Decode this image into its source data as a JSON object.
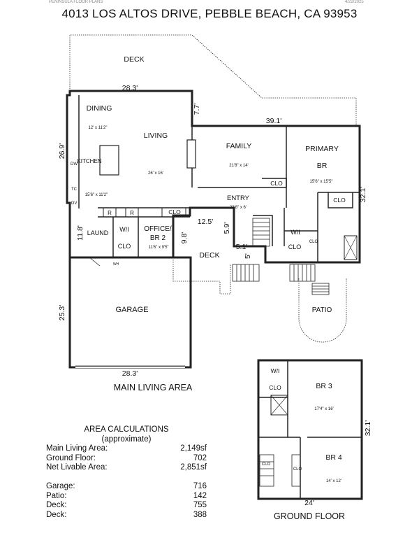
{
  "header": {
    "company": "PENINSULA FLOOR PLANS",
    "date": "4/22/2025",
    "address": "4013 LOS ALTOS DRIVE, PEBBLE BEACH, CA  93953"
  },
  "main_floor": {
    "caption": "MAIN LIVING AREA",
    "rooms": {
      "deck_top": "DECK",
      "dining": "DINING",
      "dining_dim": "12' x 11'2\"",
      "living": "LIVING",
      "living_dim": "26' x 16'",
      "kitchen": "KITCHEN",
      "kitchen_dim": "15'6\" x 11'2\"",
      "family": "FAMILY",
      "family_dim": "21'8\" x 14'",
      "primary": "PRIMARY",
      "primary_br": "BR",
      "primary_dim": "15'6\" x 15'5\"",
      "entry": "ENTRY",
      "entry_dim": "23'8\" x 6'",
      "laund": "LAUND",
      "wi": "W/I",
      "clo": "CLO",
      "office": "OFFICE/",
      "office_br": "BR 2",
      "office_dim": "11'6\" x 9'5\"",
      "deck_mid": "DECK",
      "garage": "GARAGE",
      "patio": "PATIO",
      "r": "R",
      "dw": "DW",
      "tc": "TC",
      "ov": "OV",
      "wh": "WH"
    },
    "dims": {
      "top_283": "28.3'",
      "d77": "7.7'",
      "d391": "39.1'",
      "d269": "26.9'",
      "d321": "32.1'",
      "d118": "11.8'",
      "d98": "9.8'",
      "d125": "12.5'",
      "d59": "5.9'",
      "d51": "5.1'",
      "d5": "5'",
      "d253": "25.3'",
      "bottom_283": "28.3'"
    }
  },
  "ground_floor": {
    "caption": "GROUND FLOOR",
    "wi": "W/I",
    "clo": "CLO",
    "br3": "BR 3",
    "br3_dim": "17'4\" x 16'",
    "br4": "BR 4",
    "br4_dim": "14' x 12'",
    "d321": "32.1'",
    "d24": "24'"
  },
  "area_calc": {
    "title": "AREA CALCULATIONS",
    "subtitle": "(approximate)",
    "rows": [
      {
        "label": "Main Living Area:",
        "value": "2,149sf"
      },
      {
        "label": "Ground Floor:",
        "value": "702"
      },
      {
        "label": "Net Livable Area:",
        "value": "2,851sf"
      },
      {
        "label": "",
        "value": ""
      },
      {
        "label": "Garage:",
        "value": "716"
      },
      {
        "label": "Patio:",
        "value": "142"
      },
      {
        "label": "Deck:",
        "value": "755"
      },
      {
        "label": "Deck:",
        "value": "388"
      }
    ]
  }
}
